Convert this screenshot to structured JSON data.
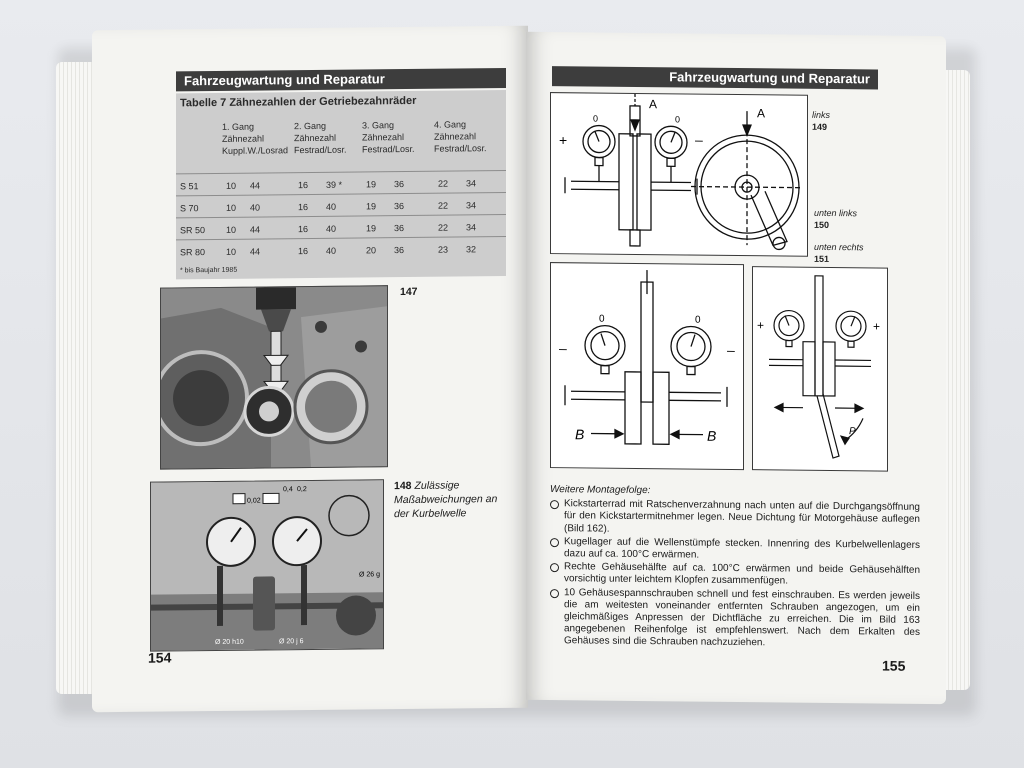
{
  "header": {
    "left": "Fahrzeugwartung und Reparatur",
    "right": "Fahrzeugwartung und Reparatur"
  },
  "table": {
    "title": "Tabelle 7  Zähnezahlen der Getriebezahnräder",
    "columns": [
      [
        "1. Gang",
        "Zähnezahl",
        "Kuppl.W./Losrad"
      ],
      [
        "2. Gang",
        "Zähnezahl",
        "Festrad/Losr."
      ],
      [
        "3. Gang",
        "Zähnezahl",
        "Festrad/Losr."
      ],
      [
        "4. Gang",
        "Zähnezahl",
        "Festrad/Losr."
      ]
    ],
    "rows": [
      {
        "model": "S 51",
        "values": [
          "10",
          "44",
          "16",
          "39 *",
          "19",
          "36",
          "22",
          "34"
        ]
      },
      {
        "model": "S 70",
        "values": [
          "10",
          "40",
          "16",
          "40",
          "19",
          "36",
          "22",
          "34"
        ]
      },
      {
        "model": "SR 50",
        "values": [
          "10",
          "44",
          "16",
          "40",
          "19",
          "36",
          "22",
          "34"
        ]
      },
      {
        "model": "SR 80",
        "values": [
          "10",
          "44",
          "16",
          "40",
          "20",
          "36",
          "23",
          "32"
        ]
      }
    ],
    "footnote": "* bis Baujahr 1985"
  },
  "figures": {
    "f147": "147",
    "f148_num": "148",
    "f148_text": "Zulässige Maßabweichungen an der Kurbelwelle",
    "f149_pos": "links",
    "f149": "149",
    "f150_pos": "unten links",
    "f150": "150",
    "f151_pos": "unten rechts",
    "f151": "151"
  },
  "diagram_labels": {
    "a": "A",
    "b": "B",
    "p": "P",
    "plus": "+",
    "minus": "–",
    "zero": "0"
  },
  "photo_labels": {
    "d1": "0,02",
    "d2": "0,4",
    "d3": "0,2",
    "d4": "Ø 20 h10",
    "d5": "Ø 20 j 6",
    "d6": "Ø 26 g"
  },
  "body": {
    "heading": "Weitere Montagefolge:",
    "items": [
      "Kickstarterrad mit Ratschenverzahnung nach unten auf die Durchgangsöffnung für den Kickstartermitnehmer legen. Neue Dichtung für Motorgehäuse auflegen (Bild 162).",
      "Kugellager auf die Wellenstümpfe stecken. Innenring des Kurbelwellenlagers dazu auf ca. 100°C erwärmen.",
      "Rechte Gehäusehälfte auf ca. 100°C erwärmen und beide Gehäusehälften vorsichtig unter leichtem Klopfen zusammenfügen.",
      "10 Gehäusespannschrauben schnell und fest einschrauben. Es werden jeweils die am weitesten voneinander entfernten Schrauben angezogen, um ein gleichmäßiges Anpressen der Dichtfläche zu erreichen. Die im Bild 163 angegebenen Reihenfolge ist empfehlenswert. Nach dem Erkalten des Gehäuses sind die Schrauben nachzuziehen."
    ]
  },
  "page_numbers": {
    "left": "154",
    "right": "155"
  }
}
